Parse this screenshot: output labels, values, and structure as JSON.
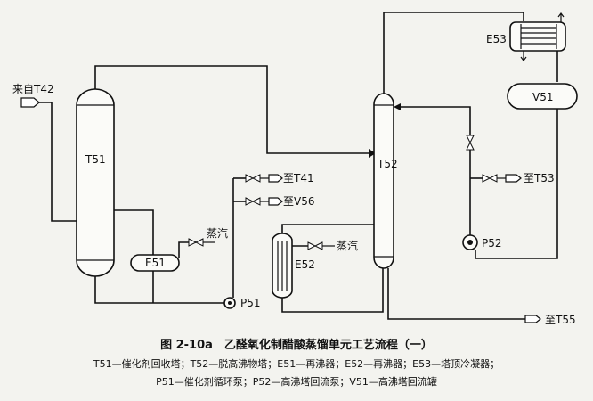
{
  "labels": {
    "from_t42": "来自T42",
    "t51": "T51",
    "e51": "E51",
    "steam_1": "蒸汽",
    "to_t41": "至T41",
    "to_v56": "至V56",
    "p51": "P51",
    "e52": "E52",
    "steam_2": "蒸汽",
    "t52": "T52",
    "e53": "E53",
    "v51": "V51",
    "to_t53": "至T53",
    "p52": "P52",
    "to_t55": "至T55"
  },
  "caption": {
    "title": "图 2-10a　乙醛氧化制醋酸蒸馏单元工艺流程（一）",
    "legend_line1": "T51—催化剂回收塔；T52—脱高沸物塔；E51—再沸器；E52—再沸器；E53—塔顶冷凝器；",
    "legend_line2": "P51—催化剂循环泵；P52—高沸塔回流泵；V51—高沸塔回流罐"
  }
}
